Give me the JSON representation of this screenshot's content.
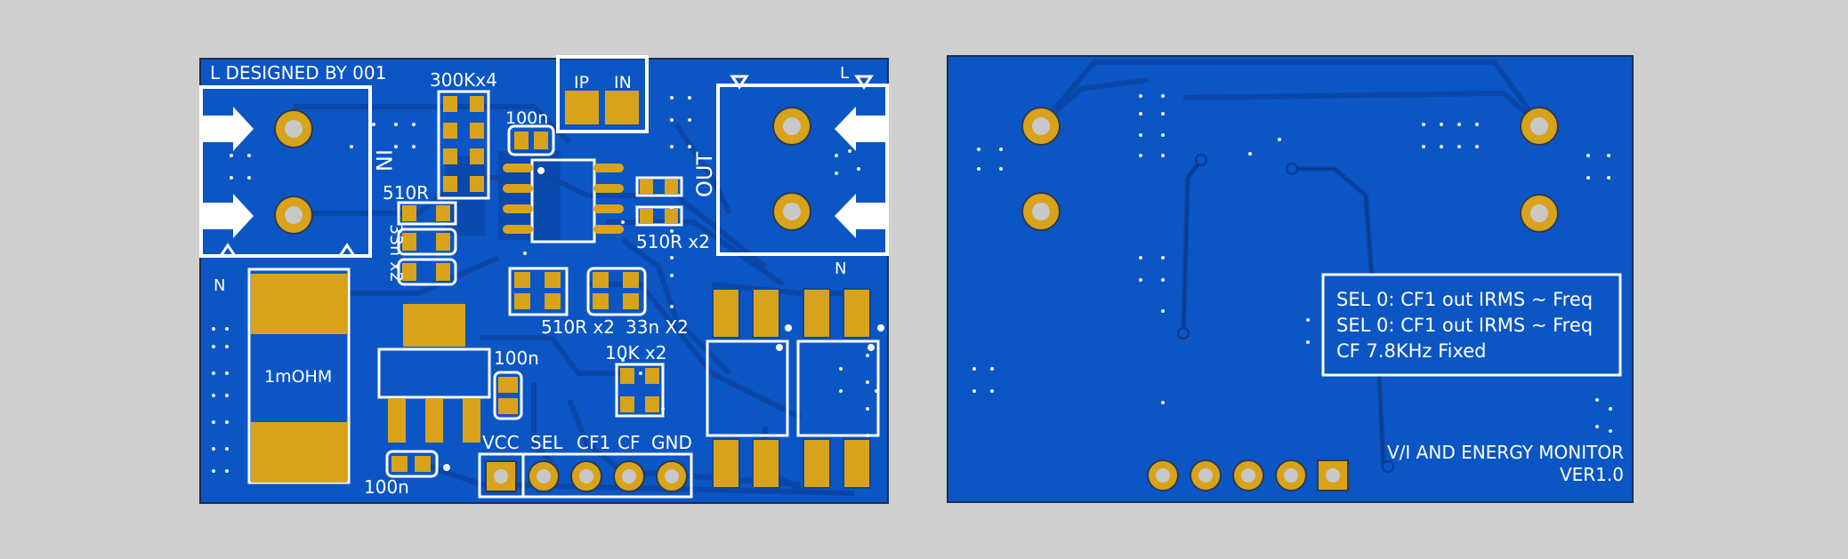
{
  "colors": {
    "background": "#cfcfcf",
    "board": "#0b56c4",
    "trace": "#0a47a8",
    "pad": "#d8a31a",
    "silkscreen": "#ffffff",
    "via": "#f2f2f2"
  },
  "front": {
    "designer": "L  DESIGNED BY 001",
    "resistor_array": "300Kx4",
    "ip_label": "IP",
    "in_label": "IN",
    "cap_top": "100n",
    "in_connector": "IN",
    "out_connector": "OUT",
    "r_left": "510R",
    "cap_left": "33n x2",
    "r_right": "510R  x2",
    "n_left": "N",
    "n_right": "N",
    "l_right": "L",
    "shunt": "1mOHM",
    "r_mid": "510R  x2",
    "cap_mid": "33n  X2",
    "r_10k": "10K  x2",
    "cap_reg": "100n",
    "cap_bottom": "100n",
    "header_labels": [
      "VCC",
      "SEL",
      "CF1",
      "CF",
      "GND"
    ]
  },
  "back": {
    "note_lines": [
      "SEL 0: CF1 out IRMS ~ Freq",
      "SEL 0: CF1 out IRMS ~ Freq",
      "CF 7.8KHz Fixed"
    ],
    "product": "V/I AND ENERGY MONITOR",
    "version": "VER1.0"
  }
}
